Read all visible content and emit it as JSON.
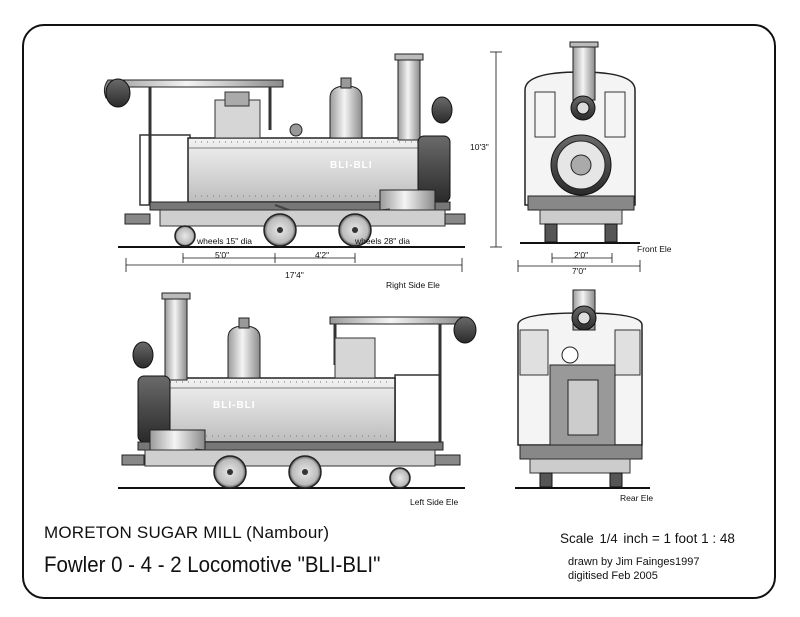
{
  "title_line1": "MORETON SUGAR MILL (Nambour)",
  "title_line2": "Fowler 0 - 4 - 2  Locomotive  \"BLI-BLI\"",
  "scale_prefix": "Scale",
  "scale_fraction": "1/4",
  "scale_suffix": "inch = 1 foot 1 : 48",
  "drawn_by": "drawn by Jim Fainges1997",
  "digitised": "digitised Feb 2005",
  "views": {
    "right_side": "Right Side Ele",
    "left_side": "Left Side Ele",
    "front": "Front Ele",
    "rear": "Rear Ele"
  },
  "dimensions": {
    "small_wheels": "wheels 15\" dia",
    "large_wheels": "wheels 28\" dia",
    "wheelbase_a": "5'0\"",
    "wheelbase_b": "4'2\"",
    "overall_length": "17'4\"",
    "height": "10'3\"",
    "gauge": "2'0\"",
    "overall_width": "7'0\""
  },
  "loco_name_right": "BLI-BLI",
  "loco_name_left": "BLI-BLI"
}
